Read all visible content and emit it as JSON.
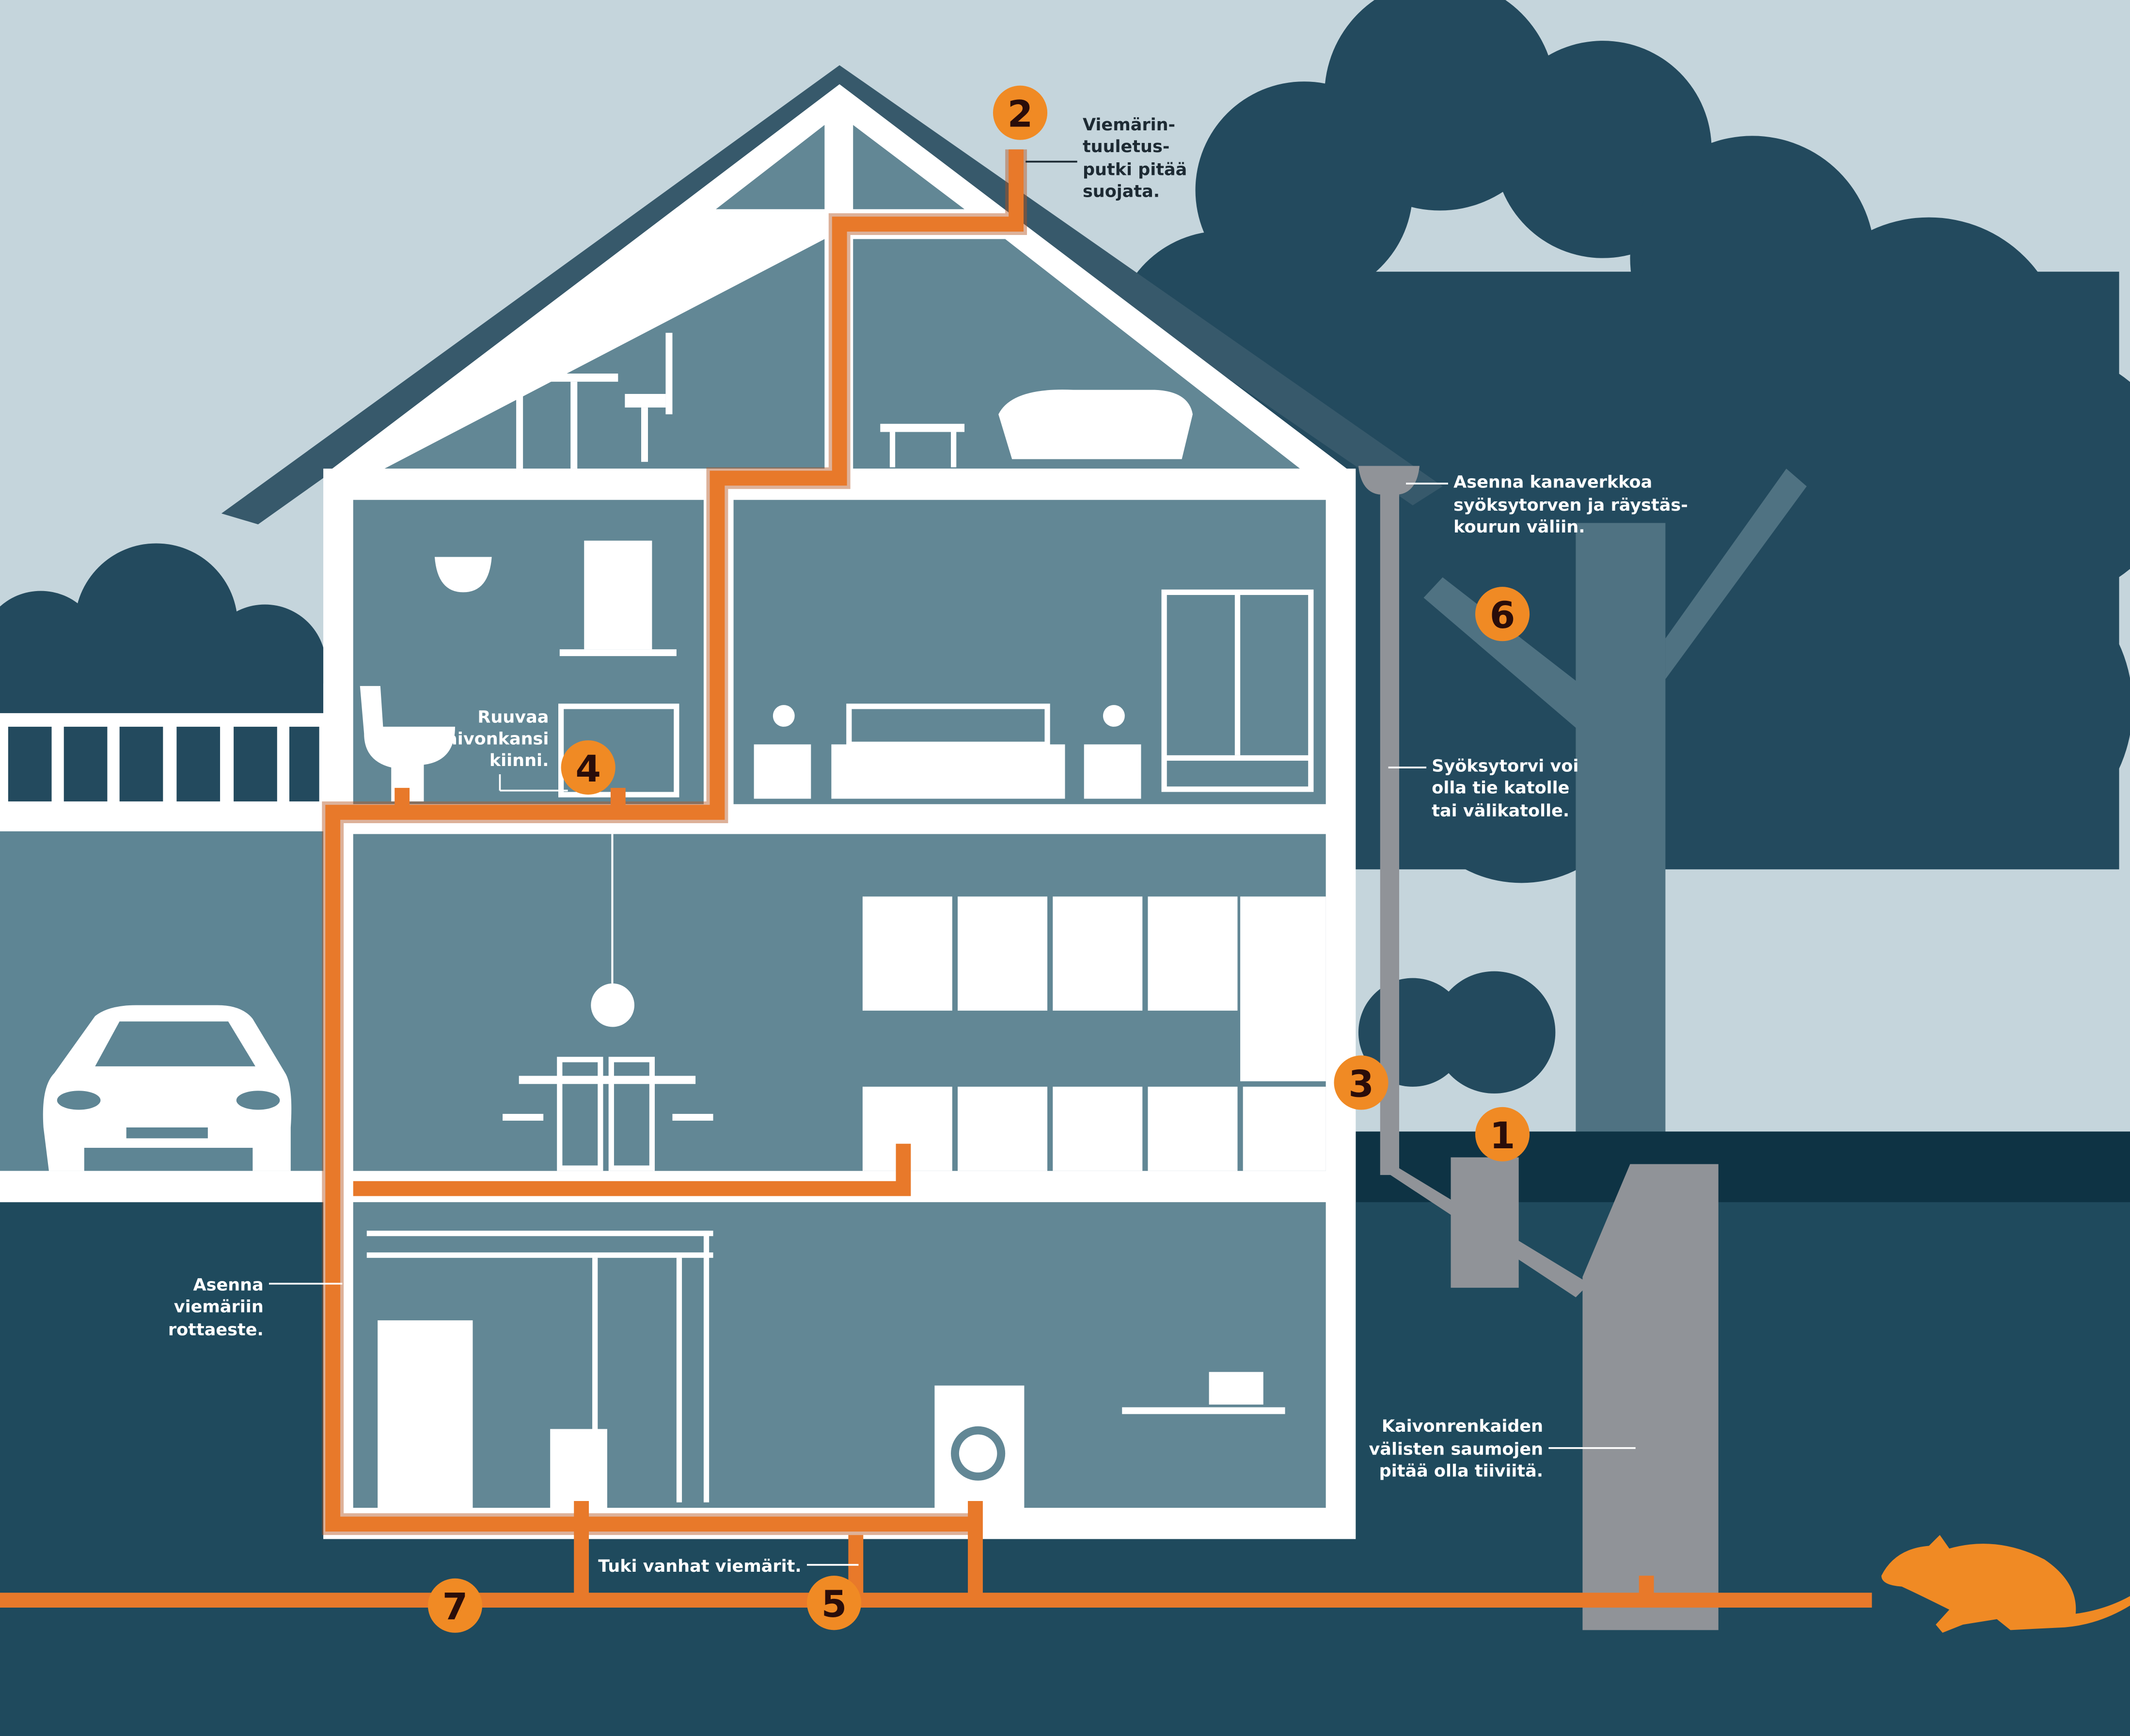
{
  "title": "Rottien torjunta talossa",
  "colors": {
    "sky": "#c5d5dc",
    "tree": "#234a5e",
    "ground": "#1f4a5d",
    "room": "#628795",
    "pipe": "#e8792a",
    "marker": "#f08a24",
    "downspout": "#909398"
  },
  "markers": [
    {
      "number": "1",
      "topic": "well"
    },
    {
      "number": "2",
      "topic": "vent-pipe"
    },
    {
      "number": "3",
      "topic": "downspout"
    },
    {
      "number": "4",
      "topic": "floor-drain"
    },
    {
      "number": "5",
      "topic": "old-sewers"
    },
    {
      "number": "6",
      "topic": "tree"
    },
    {
      "number": "7",
      "topic": "sewer-line"
    }
  ],
  "labels": {
    "vent": [
      "Viemärin-",
      "tuuletus-",
      "putki pitää",
      "suojata."
    ],
    "gutter": [
      "Asenna kanaverkkoa",
      "syöksytorven ja räystäs-",
      "kourun väliin."
    ],
    "downspout": [
      "Syöksytorvi voi",
      "olla tie katolle",
      "tai välikatolle."
    ],
    "drain": [
      "Ruuvaa",
      "kaivonkansi",
      "kiinni."
    ],
    "ratguard": [
      "Asenna",
      "viemäriin",
      "rottaeste."
    ],
    "oldsewer": [
      "Tuki vanhat viemärit."
    ],
    "well": [
      "Kaivonrenkaiden",
      "välisten saumojen",
      "pitää olla tiiviitä."
    ]
  }
}
